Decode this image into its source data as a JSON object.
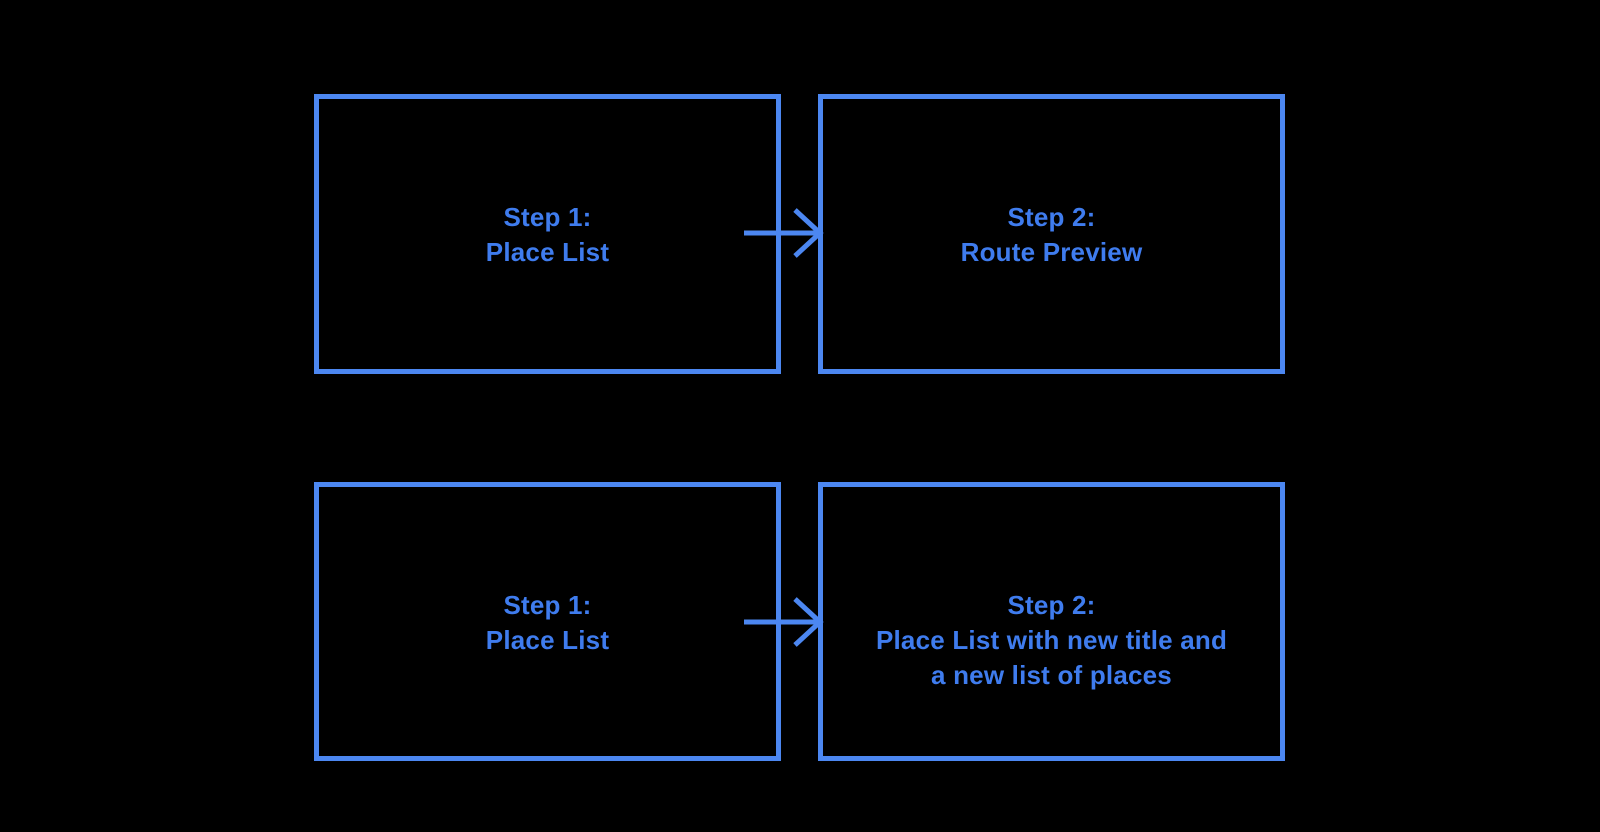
{
  "diagram": {
    "background": "#000000",
    "colors": {
      "accent": "#4c87f1",
      "text": "#3f7cee",
      "background": "#000000"
    },
    "boxes": [
      {
        "line1": "Step 1:",
        "line2": "Place List"
      },
      {
        "line1": "Step 2:",
        "line2": "Route Preview"
      },
      {
        "line1": "Step 1:",
        "line2": "Place List"
      },
      {
        "line1": "Step 2:",
        "line2": "Place List with new title and",
        "line3": "a new list of places"
      }
    ],
    "arrows": [
      {
        "from": 0,
        "to": 1,
        "direction": "right"
      },
      {
        "from": 2,
        "to": 3,
        "direction": "right"
      }
    ]
  }
}
